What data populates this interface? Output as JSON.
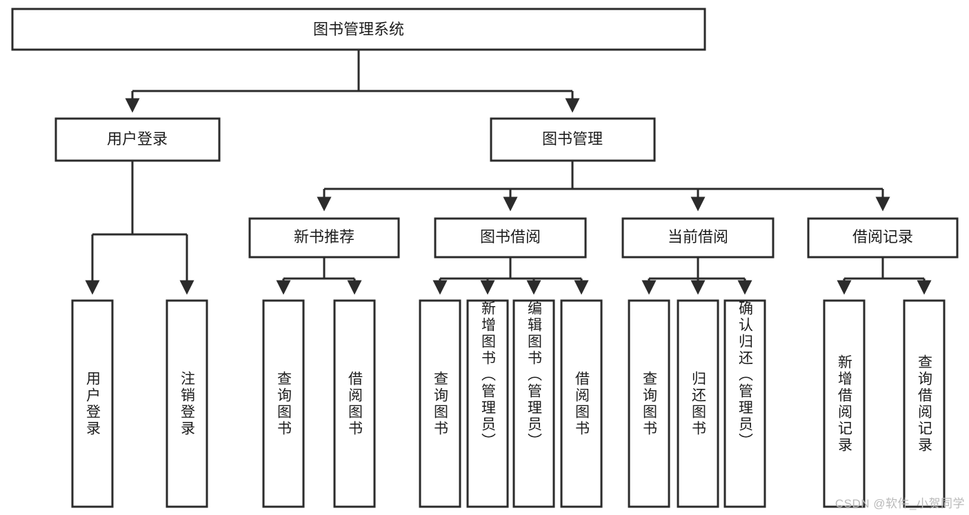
{
  "diagram": {
    "title": "图书管理系统",
    "type": "tree-hierarchy-diagram",
    "root": {
      "label": "图书管理系统"
    },
    "level2": [
      {
        "label": "用户登录"
      },
      {
        "label": "图书管理"
      }
    ],
    "level3": [
      {
        "label": "新书推荐"
      },
      {
        "label": "图书借阅"
      },
      {
        "label": "当前借阅"
      },
      {
        "label": "借阅记录"
      }
    ],
    "leaves": {
      "user_login": [
        {
          "label": "用户登录"
        },
        {
          "label": "注销登录"
        }
      ],
      "new_book_recommend": [
        {
          "label": "查询图书"
        },
        {
          "label": "借阅图书"
        }
      ],
      "book_borrow": [
        {
          "label": "查询图书"
        },
        {
          "label": "新增图书（管理员）"
        },
        {
          "label": "编辑图书（管理员）"
        },
        {
          "label": "借阅图书"
        }
      ],
      "current_borrow": [
        {
          "label": "查询图书"
        },
        {
          "label": "归还图书"
        },
        {
          "label": "确认归还（管理员）"
        }
      ],
      "borrow_records": [
        {
          "label": "新增借阅记录"
        },
        {
          "label": "查询借阅记录"
        }
      ]
    }
  },
  "watermark": {
    "text": "CSDN @软件_小贺同学"
  },
  "colors": {
    "box_stroke": "#2b2b2b",
    "box_fill": "#ffffff",
    "text": "#1d1d1d",
    "watermark": "#b9b9b9",
    "background": "#ffffff"
  }
}
